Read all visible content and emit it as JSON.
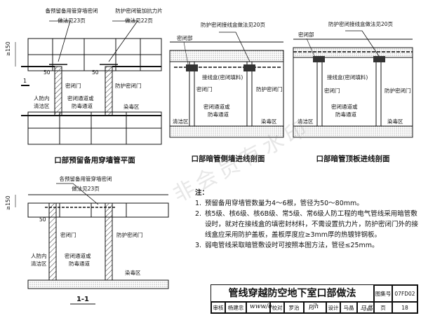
{
  "views": {
    "plan": {
      "title": "口部预留备用穿墙管平面",
      "callout_left_1": "备预留备用管穿墙密闭",
      "callout_left_2": "做法见23页",
      "callout_right_1": "防护密闭管加抗力片",
      "callout_right_2": "做法见22页",
      "dim_height": "≥150",
      "dim_50a": "50",
      "dim_50b": "50",
      "section_mark": "1",
      "door_1": "密闭门",
      "door_2": "防护密闭门",
      "corridor": "密闭通道或\n防毒通道",
      "room_left": "人防内\n清洁区",
      "room_right": "染毒区"
    },
    "side": {
      "title": "口部暗管侧墙进线剖面",
      "callout": "防护密闭接线盒做法见20页",
      "label_door": "密闭部",
      "label_box": "接线盒(密闭填料)",
      "door_1": "密闭门",
      "door_2": "防护密闭门",
      "corridor": "密闭通道或\n防毒通道",
      "room_left": "清洁区",
      "room_right": "染毒区"
    },
    "top": {
      "title": "口部暗管顶板进线剖面",
      "callout": "防护密闭接线盒做法见20页",
      "label_door": "密闭部",
      "label_box": "接线盒(密闭填料)",
      "door_1": "密闭门",
      "door_2": "防护密闭门",
      "corridor": "密闭通道或\n防毒通道",
      "room_left": "清洁区",
      "room_right": "染毒区"
    },
    "section": {
      "title": "1-1",
      "callout_1": "各预留备用管穿墙密闭",
      "callout_2": "做法见23页",
      "dim_height": "≥150",
      "dim_50": "50",
      "door_1": "密闭门",
      "door_2": "防护密闭门",
      "corridor": "密闭通道或\n防毒通道",
      "room_left": "人防内\n清洁区",
      "room_right": "染毒区"
    }
  },
  "notes": {
    "title": "注：",
    "items": [
      {
        "num": "1.",
        "text": "预留备用穿墙管数量为4～6根，管径为50～80mm。"
      },
      {
        "num": "2.",
        "text": "核5级、核6级、核6B级、常5级、常6级人防工程的电气管线采用暗管敷设时，就对在接线盒的填密封材料，不需设置抗力片，防护密闭门外的接线盒应采用防护盖板，盖板厚度应≥3mm厚的热镀锌钢板。"
      },
      {
        "num": "3.",
        "text": "弱电管线采取暗管敷设时可按照本图方法，管径≤25mm。"
      }
    ]
  },
  "title_block": {
    "main_title": "管线穿越防空地下室口部做法",
    "atlas_label": "图集号",
    "atlas_no": "07FD02",
    "review_label": "审核",
    "review_name": "杨建忠",
    "check_label": "校对",
    "check_name": "罗治",
    "design_label": "设计",
    "design_name": "马晶",
    "page_label": "页",
    "page_no": "18"
  },
  "watermark": "非会员有水印"
}
